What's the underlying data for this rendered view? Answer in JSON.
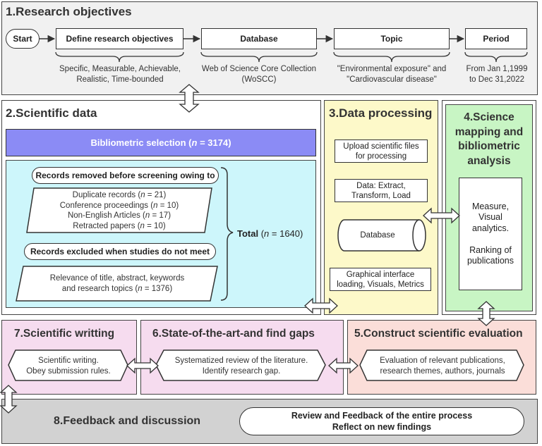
{
  "s1": {
    "title": "1.Research objectives",
    "start": "Start",
    "steps": [
      {
        "label": "Define research objectives",
        "note": "Specific, Measurable, Achievable,\nRealistic, Time-bounded"
      },
      {
        "label": "Database",
        "note": "Web of Science Core Collection\n(WoSCC)"
      },
      {
        "label": "Topic",
        "note": "\"Environmental exposure\" and\n\"Cardiovascular disease\""
      },
      {
        "label": "Period",
        "note": "From Jan 1,1999\nto Dec 31,2022"
      }
    ]
  },
  "s2": {
    "title": "2.Scientific data",
    "selection": "Bibliometric selection (",
    "selection_n": "n",
    "selection_val": " = 3174)",
    "removed_header": "Records removed before screening owing to",
    "removed_items": [
      {
        "label": "Duplicate records (",
        "n": "n",
        "val": " = 21)"
      },
      {
        "label": "Conference proceedings (",
        "n": "n",
        "val": " = 10)"
      },
      {
        "label": "Non-English Articles (",
        "n": "n",
        "val": " = 17)"
      },
      {
        "label": "Retracted papers (",
        "n": "n",
        "val": " = 10)"
      }
    ],
    "excluded_header": "Records excluded when studies do not meet",
    "excluded_line1": "Relevance of title, abstract, keywords",
    "excluded_line2": "and research topics (",
    "excluded_n": "n",
    "excluded_val": " = 1376)",
    "total_label": "Total",
    "total_open": " (",
    "total_n": "n",
    "total_val": " = 1640)"
  },
  "s3": {
    "title": "3.Data processing",
    "items": [
      "Upload scientific files\nfor processing",
      "Data: Extract,\nTransform, Load",
      "Database",
      "Graphical interface\nloading, Visuals, Metrics"
    ]
  },
  "s4": {
    "title": "4.Science\nmapping and\nbibliometric\nanalysis",
    "content": "Measure,\nVisual\nanalytics.\n\nRanking of\npublications"
  },
  "s5": {
    "title": "5.Construct scientific evaluation",
    "content": "Evaluation of relevant publications,\nresearch themes, authors, journals"
  },
  "s6": {
    "title": "6.State-of-the-art-and find gaps",
    "content": "Systematized review of the literature.\nIdentify  research gap."
  },
  "s7": {
    "title": "7.Scientific writting",
    "content": "Scientific writing.\nObey submission rules."
  },
  "s8": {
    "title": "8.Feedback and discussion",
    "content_line1": "Review and Feedback of the entire process",
    "content_line2": "Reflect on new findings"
  },
  "colors": {
    "s1_bg": "#f1f1f1",
    "s2_bg": "#ffffff",
    "selection_bg": "#8b8bf5",
    "cyan_bg": "#cdf6fb",
    "s3_bg": "#fdf9c9",
    "s4_bg": "#c8f5c4",
    "s5_bg": "#fbded9",
    "s6_bg": "#f6dcef",
    "s7_bg": "#f6dcef",
    "s8_bg": "#d2d2d2"
  }
}
